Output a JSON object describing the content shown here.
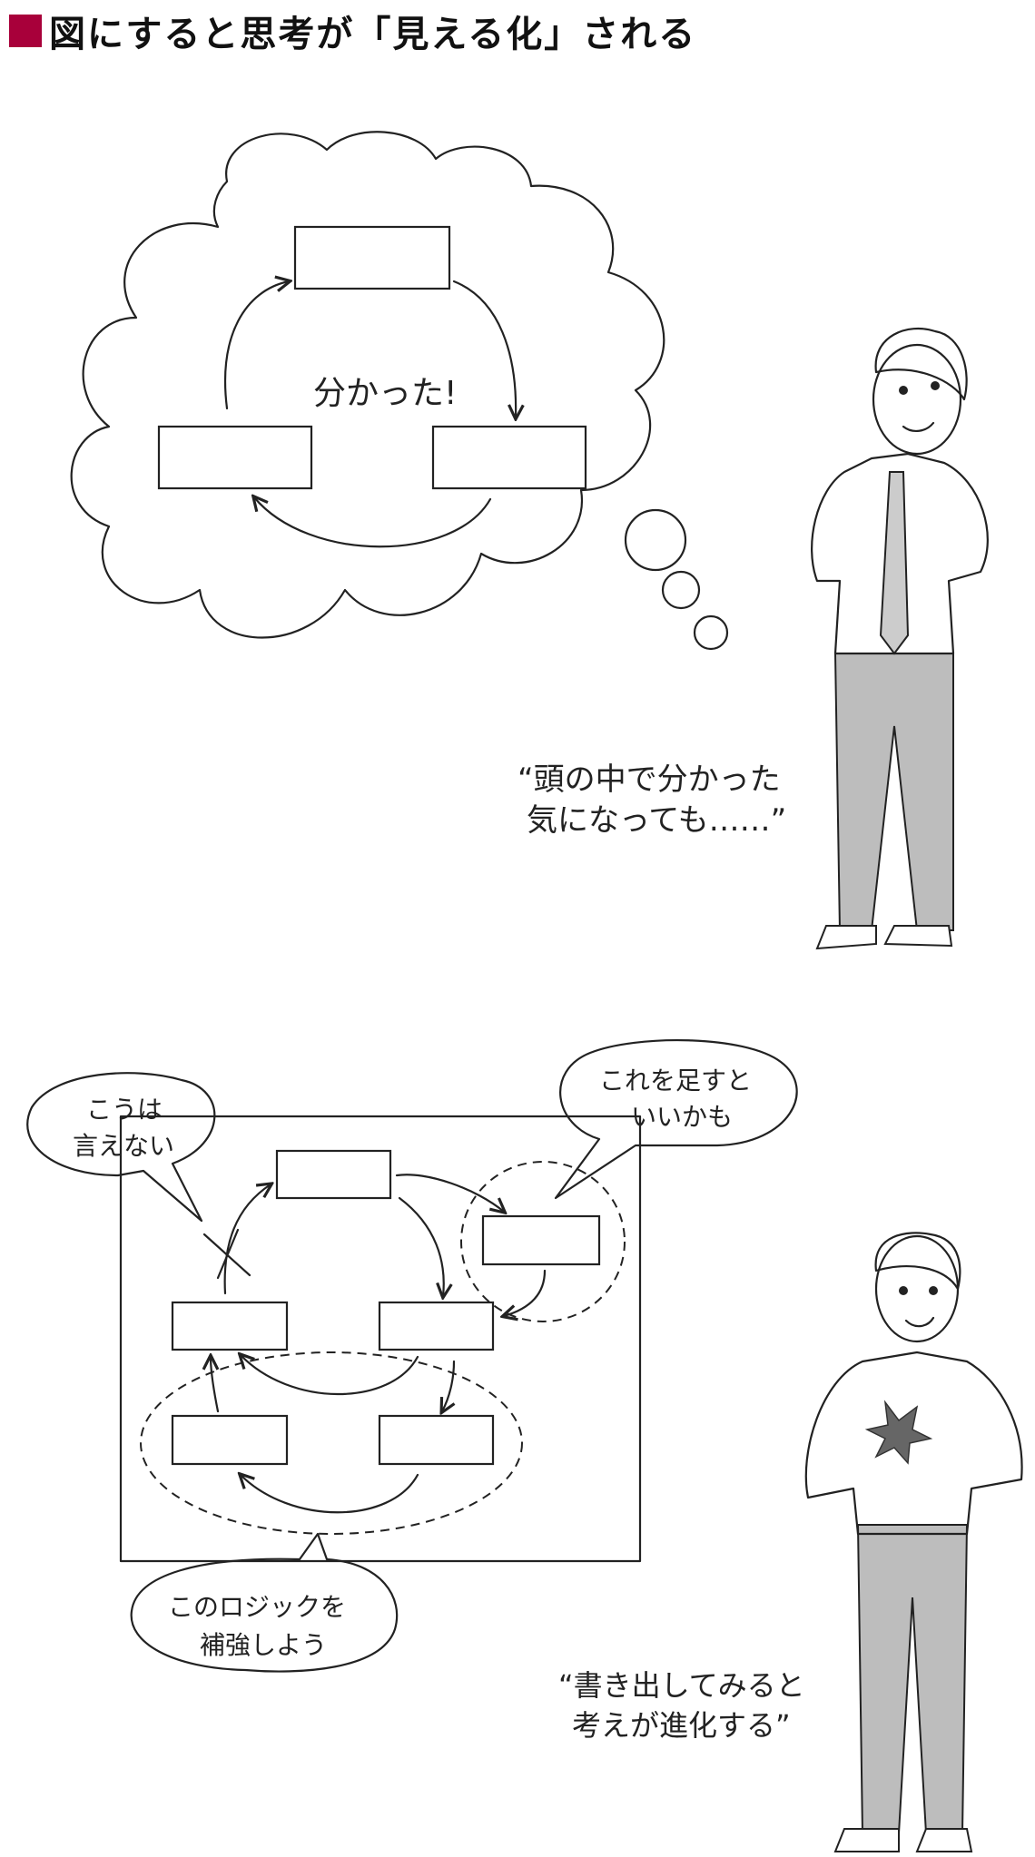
{
  "title": "図にすると思考が「見える化」される",
  "accent_color": "#a8003a",
  "top_scene": {
    "thought_text": "分かった!",
    "quote_line1": "“頭の中で分かった",
    "quote_line2": "気になっても……”"
  },
  "bottom_scene": {
    "bubble_left_line1": "こうは",
    "bubble_left_line2": "言えない",
    "bubble_right_line1": "これを足すと",
    "bubble_right_line2": "いいかも",
    "bubble_bottom_line1": "このロジックを",
    "bubble_bottom_line2": "補強しよう",
    "quote_line1": "“書き出してみると",
    "quote_line2": "考えが進化する”"
  }
}
